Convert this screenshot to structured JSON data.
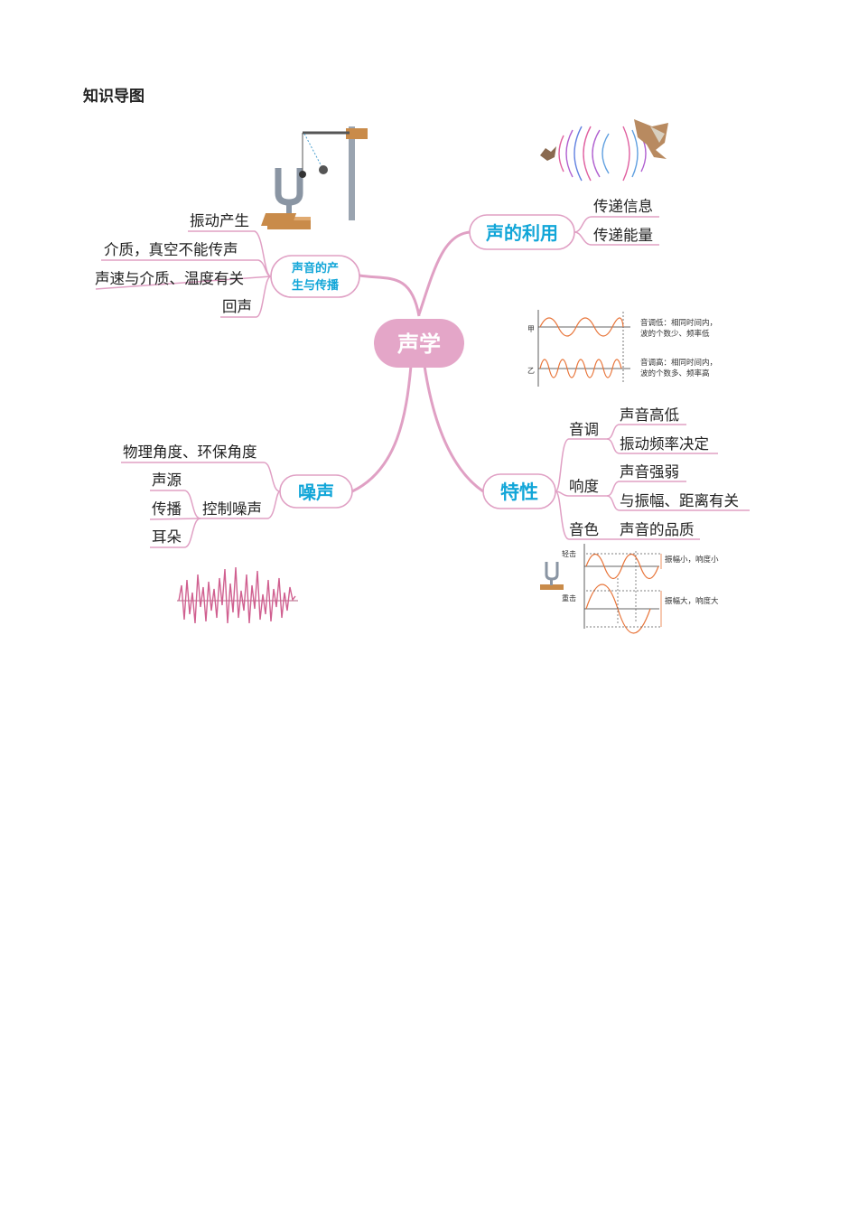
{
  "page_title": "知识导图",
  "center": "声学",
  "branches": {
    "production": {
      "label_line1": "声音的产",
      "label_line2": "生与传播",
      "items": [
        "振动产生",
        "介质，真空不能传声",
        "声速与介质、温度有关",
        "回声"
      ]
    },
    "use": {
      "label": "声的利用",
      "items": [
        "传递信息",
        "传递能量"
      ]
    },
    "noise": {
      "label": "噪声",
      "item_top": "物理角度、环保角度",
      "control_label": "控制噪声",
      "control_items": [
        "声源",
        "传播",
        "耳朵"
      ]
    },
    "traits": {
      "label": "特性",
      "groups": [
        {
          "name": "音调",
          "items": [
            "声音高低",
            "振动频率决定"
          ]
        },
        {
          "name": "响度",
          "items": [
            "声音强弱",
            "与振幅、距离有关"
          ]
        },
        {
          "name": "音色",
          "items": [
            "声音的品质"
          ]
        }
      ]
    }
  },
  "pitch_figure": {
    "label_a": "甲",
    "label_b": "乙",
    "desc_a_line1": "音调低：相同时间内，",
    "desc_a_line2": "波的个数少、频率低",
    "desc_b_line1": "音调高：相同时间内，",
    "desc_b_line2": "波的个数多、频率高"
  },
  "loudness_figure": {
    "label_light": "轻击",
    "label_heavy": "重击",
    "desc_light": "振幅小，响度小",
    "desc_heavy": "振幅大，响度大"
  },
  "colors": {
    "branch": "#e0a0c4",
    "center_fill": "#e4a6c8",
    "node_text": "#12a6d8",
    "wave": "#e8753a",
    "noise_wave": "#d06090"
  },
  "icons": [
    "tuning-fork-pendulum-icon",
    "bat-sound-waves-icon",
    "tuning-fork-icon",
    "noise-waveform-icon"
  ]
}
